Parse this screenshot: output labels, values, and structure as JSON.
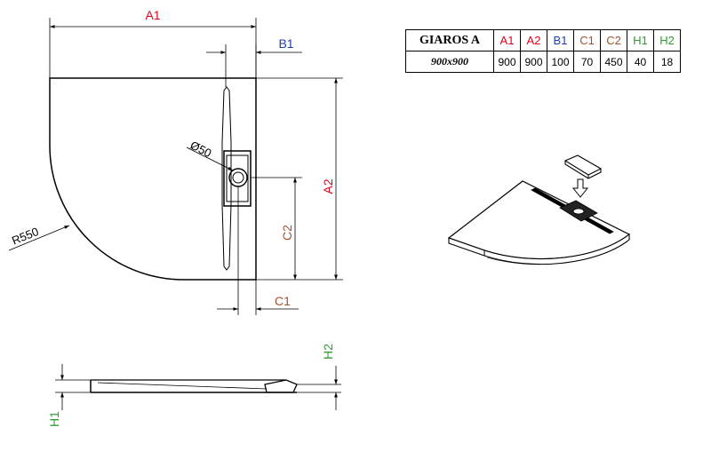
{
  "colors": {
    "A": "#e0001b",
    "B": "#1f3fb0",
    "C": "#a0522d",
    "H": "#2ea02e",
    "line": "#000000"
  },
  "table": {
    "model": "GIAROS A",
    "size": "900x900",
    "columns": [
      {
        "key": "A1",
        "value": "900",
        "color": "#e0001b"
      },
      {
        "key": "A2",
        "value": "900",
        "color": "#e0001b"
      },
      {
        "key": "B1",
        "value": "100",
        "color": "#1f3fb0"
      },
      {
        "key": "C1",
        "value": "70",
        "color": "#a0522d"
      },
      {
        "key": "C2",
        "value": "450",
        "color": "#a0522d"
      },
      {
        "key": "H1",
        "value": "40",
        "color": "#2ea02e"
      },
      {
        "key": "H2",
        "value": "18",
        "color": "#2ea02e"
      }
    ]
  },
  "labels": {
    "a1": "A1",
    "a2": "A2",
    "b1": "B1",
    "c1": "C1",
    "c2": "C2",
    "h1": "H1",
    "h2": "H2",
    "radius": "R550",
    "diameter": "Ø50"
  }
}
